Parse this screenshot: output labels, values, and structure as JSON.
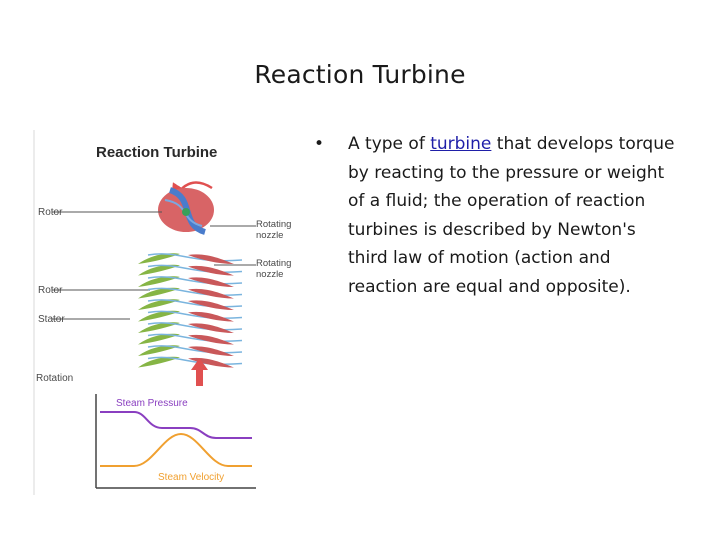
{
  "slide": {
    "title": "Reaction Turbine"
  },
  "figure": {
    "heading": "Reaction Turbine",
    "labels": {
      "rotor_top": "Rotor",
      "rotor": "Rotor",
      "stator": "Stator",
      "rotation": "Rotation",
      "rotating_1": "Rotating",
      "nozzle_1": "nozzle",
      "rotating_2": "Rotating",
      "nozzle_2": "nozzle"
    },
    "graph": {
      "pressure_label": "Steam Pressure",
      "velocity_label": "Steam Velocity"
    },
    "colors": {
      "rotor_blade": "#c9585a",
      "stator_blade": "#86b545",
      "flow_line": "#7ab4de",
      "pressure_curve": "#8a3fc0",
      "velocity_curve": "#f0a030"
    }
  },
  "bullet": {
    "symbol": "•",
    "text_before": "A type of ",
    "link_text": "turbine",
    "text_after": " that develops torque by reacting to the pressure or weight of a fluid; the operation of reaction turbines is described by Newton's third law of motion (action and reaction are equal and opposite)."
  }
}
